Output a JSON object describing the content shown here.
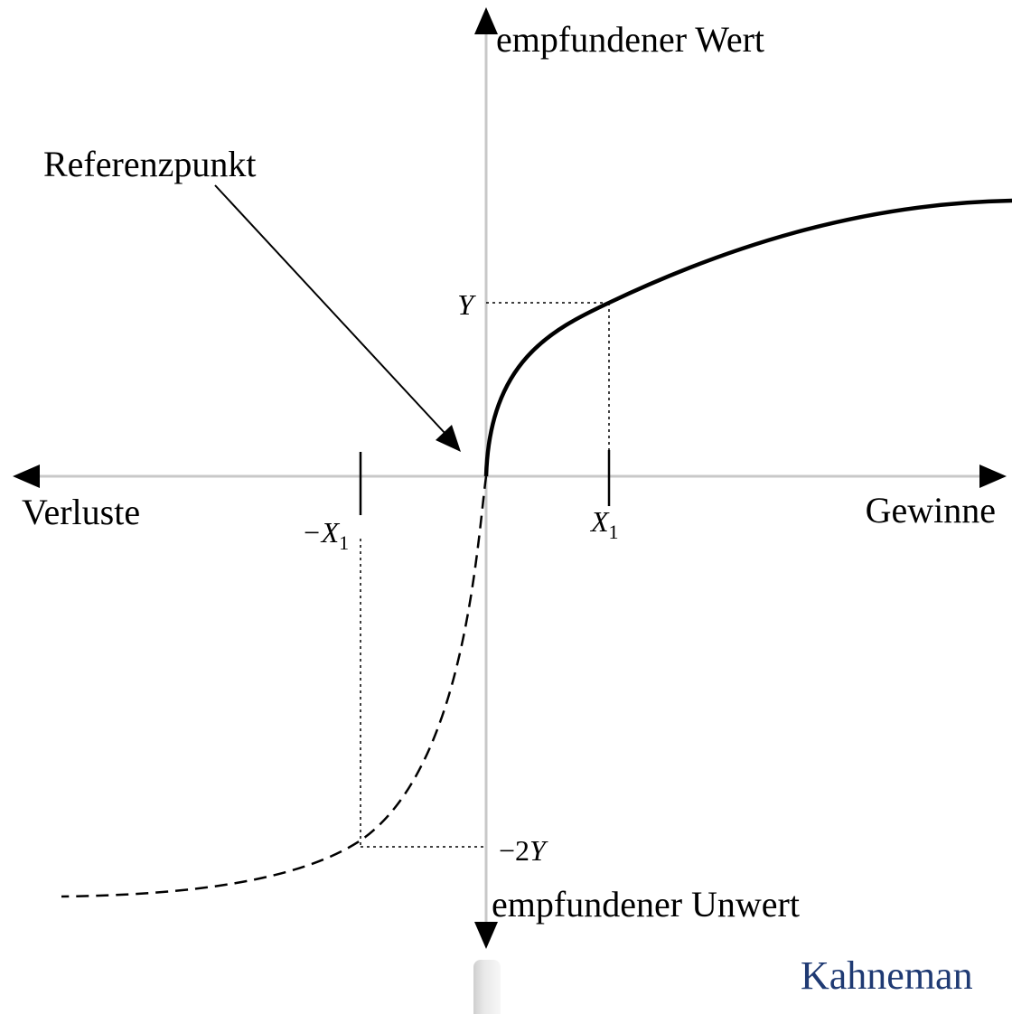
{
  "diagram": {
    "y_axis_top_label": "empfundener Wert",
    "y_axis_bottom_label": "empfundener Unwert",
    "x_axis_left_label": "Verluste",
    "x_axis_right_label": "Gewinne",
    "reference_point_label": "Referenzpunkt",
    "ticks": {
      "y_pos": "Y",
      "y_neg_prefix": "−2",
      "y_neg_var": "Y",
      "x_pos_var": "X",
      "x_pos_sub": "1",
      "x_neg_prefix": "−",
      "x_neg_var": "X",
      "x_neg_sub": "1"
    },
    "credit": "Kahneman",
    "colors": {
      "axis": "#c8c8c8",
      "curve": "#000000",
      "guide": "#000000",
      "credit": "#1f3a73"
    }
  }
}
